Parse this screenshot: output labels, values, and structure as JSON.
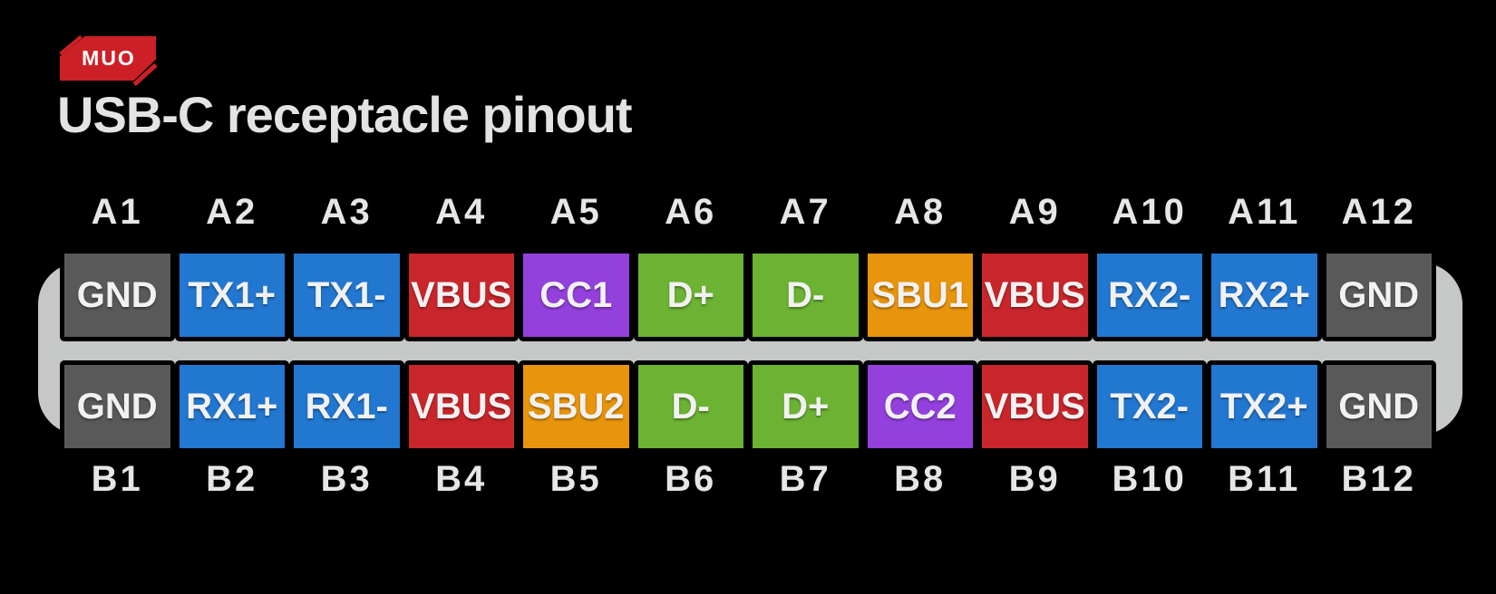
{
  "logo": {
    "text": "MUO",
    "color": "#cc2026"
  },
  "title": "USB-C receptacle pinout",
  "colors": {
    "background": "#000000",
    "shell": "#c6c8c7",
    "pin_border": "#000000",
    "pin_text": "#f1f1f1",
    "label_text": "#e6e6e6",
    "title_text": "#e3e3e3",
    "gnd": "#595959",
    "tx_rx": "#2277d0",
    "vbus": "#c9262b",
    "cc": "#9440dc",
    "data": "#6cb233",
    "sbu": "#e8940c"
  },
  "pinout": {
    "row_a": {
      "labels": [
        "A1",
        "A2",
        "A3",
        "A4",
        "A5",
        "A6",
        "A7",
        "A8",
        "A9",
        "A10",
        "A11",
        "A12"
      ],
      "pins": [
        {
          "name": "GND",
          "type": "gnd"
        },
        {
          "name": "TX1+",
          "type": "tx_rx"
        },
        {
          "name": "TX1-",
          "type": "tx_rx"
        },
        {
          "name": "VBUS",
          "type": "vbus"
        },
        {
          "name": "CC1",
          "type": "cc"
        },
        {
          "name": "D+",
          "type": "data"
        },
        {
          "name": "D-",
          "type": "data"
        },
        {
          "name": "SBU1",
          "type": "sbu"
        },
        {
          "name": "VBUS",
          "type": "vbus"
        },
        {
          "name": "RX2-",
          "type": "tx_rx"
        },
        {
          "name": "RX2+",
          "type": "tx_rx"
        },
        {
          "name": "GND",
          "type": "gnd"
        }
      ]
    },
    "row_b": {
      "labels": [
        "B1",
        "B2",
        "B3",
        "B4",
        "B5",
        "B6",
        "B7",
        "B8",
        "B9",
        "B10",
        "B11",
        "B12"
      ],
      "pins": [
        {
          "name": "GND",
          "type": "gnd"
        },
        {
          "name": "RX1+",
          "type": "tx_rx"
        },
        {
          "name": "RX1-",
          "type": "tx_rx"
        },
        {
          "name": "VBUS",
          "type": "vbus"
        },
        {
          "name": "SBU2",
          "type": "sbu"
        },
        {
          "name": "D-",
          "type": "data"
        },
        {
          "name": "D+",
          "type": "data"
        },
        {
          "name": "CC2",
          "type": "cc"
        },
        {
          "name": "VBUS",
          "type": "vbus"
        },
        {
          "name": "TX2-",
          "type": "tx_rx"
        },
        {
          "name": "TX2+",
          "type": "tx_rx"
        },
        {
          "name": "GND",
          "type": "gnd"
        }
      ]
    }
  }
}
